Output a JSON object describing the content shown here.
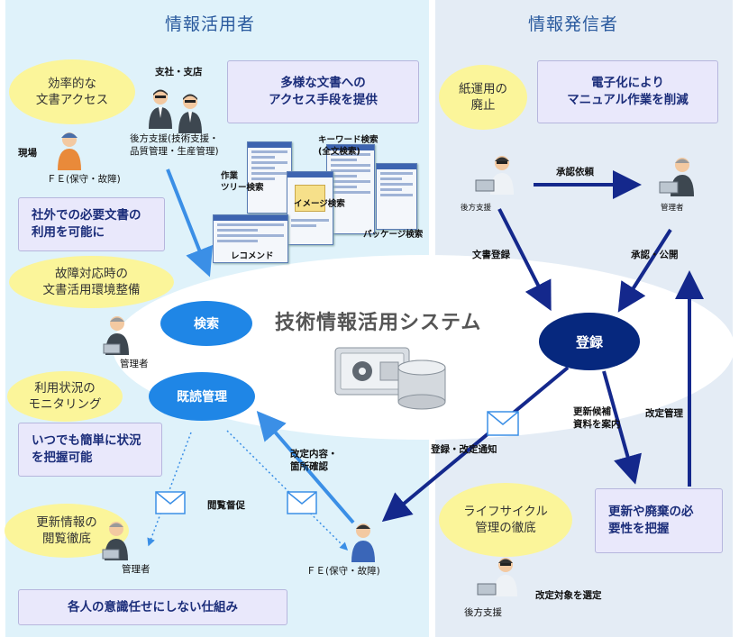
{
  "panels": {
    "left_title": "情報活用者",
    "right_title": "情報発信者"
  },
  "system": {
    "title": "技術情報活用システム"
  },
  "left": {
    "bubble_access": "効率的な\n文書アクセス",
    "box_access": "多様な文書への\nアクセス手段を提供",
    "box_outside": "社外での必要文書の\n利用を可能に",
    "bubble_failure": "故障対応時の\n文書活用環境整備",
    "bubble_monitor": "利用状況の\nモニタリング",
    "box_status": "いつでも簡単に状況\nを把握可能",
    "bubble_update": "更新情報の\n閲覧徹底",
    "box_mechanism": "各人の意識任せにしない仕組み",
    "search": "検索",
    "read_mgmt": "既読管理",
    "label_branch": "支社・支店",
    "label_support": "後方支援(技術支援・\n品質管理・生産管理)",
    "label_site": "現場",
    "label_fe1": "ＦＥ(保守・故障)",
    "label_admin1": "管理者",
    "label_admin2": "管理者",
    "label_fe2": "ＦＥ(保守・故障)",
    "label_prompt": "閲覧督促",
    "label_confirm": "改定内容・\n箇所確認",
    "shot_tree": "作業\nツリー検索",
    "shot_keyword": "キーワード検索\n(全文検索)",
    "shot_image": "イメージ検索",
    "shot_package": "パッケージ検索",
    "shot_recommend": "レコメンド"
  },
  "right": {
    "bubble_paper": "紙運用の\n廃止",
    "box_digital": "電子化により\nマニュアル作業を削減",
    "register": "登録",
    "label_approval_req": "承認依頼",
    "label_doc_reg": "文書登録",
    "label_approve_pub": "承認・公開",
    "label_candidates": "更新候補\n資料を案内",
    "label_rev_mgmt": "改定管理",
    "label_notify": "登録・改定通知",
    "bubble_lifecycle": "ライフサイクル\n管理の徹底",
    "box_needs": "更新や廃棄の必\n要性を把握",
    "label_select": "改定対象を選定",
    "label_support1": "後方支援",
    "label_mgr": "管理者",
    "label_support2": "後方支援"
  },
  "colors": {
    "left_panel": "#dff2fa",
    "right_panel": "#e4ecf5",
    "yellow_bubble": "#fbf59a",
    "lavender_box": "#e9e8fb",
    "light_blue_node": "#1f86e6",
    "dark_blue_node": "#06287e",
    "arrow_blue": "#3b8fe6",
    "arrow_navy": "#14288c"
  }
}
